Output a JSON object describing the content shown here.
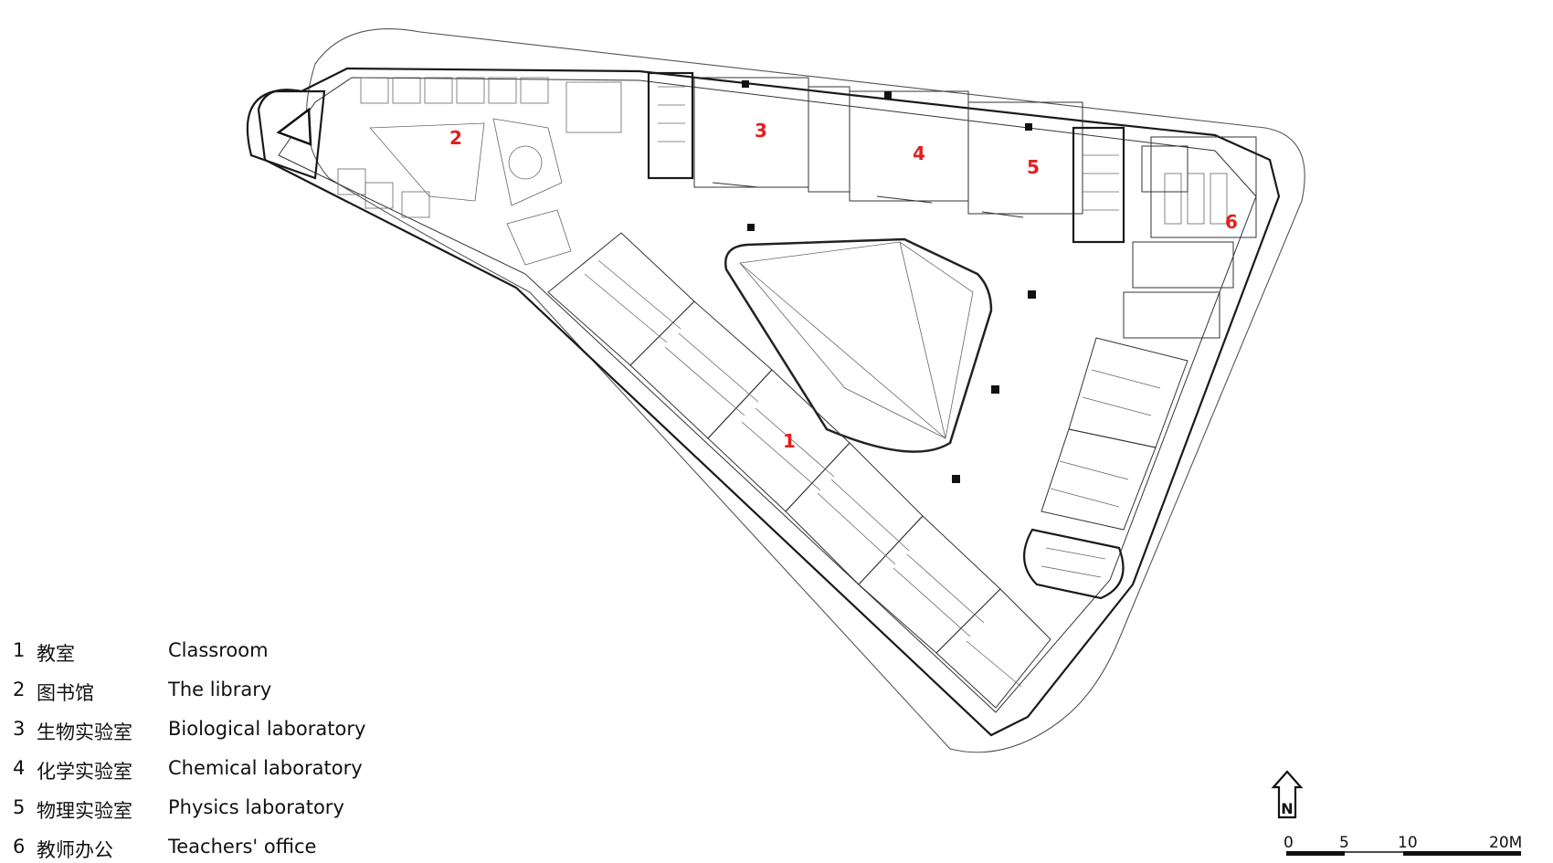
{
  "rooms": [
    {
      "num": "1",
      "zh": "教室",
      "en": "Classroom"
    },
    {
      "num": "2",
      "zh": "图书馆",
      "en": "The library"
    },
    {
      "num": "3",
      "zh": "生物实验室",
      "en": "Biological laboratory"
    },
    {
      "num": "4",
      "zh": "化学实验室",
      "en": "Chemical laboratory"
    },
    {
      "num": "5",
      "zh": "物理实验室",
      "en": "Physics laboratory"
    },
    {
      "num": "6",
      "zh": "教师办公",
      "en": "Teachers' office"
    }
  ],
  "scale_bar": {
    "labels": [
      "0",
      "5",
      "10",
      "20M"
    ]
  },
  "north_arrow": {
    "icon": "north-arrow-icon",
    "letter": "N"
  },
  "colors": {
    "room_number": "#e41e1e"
  }
}
